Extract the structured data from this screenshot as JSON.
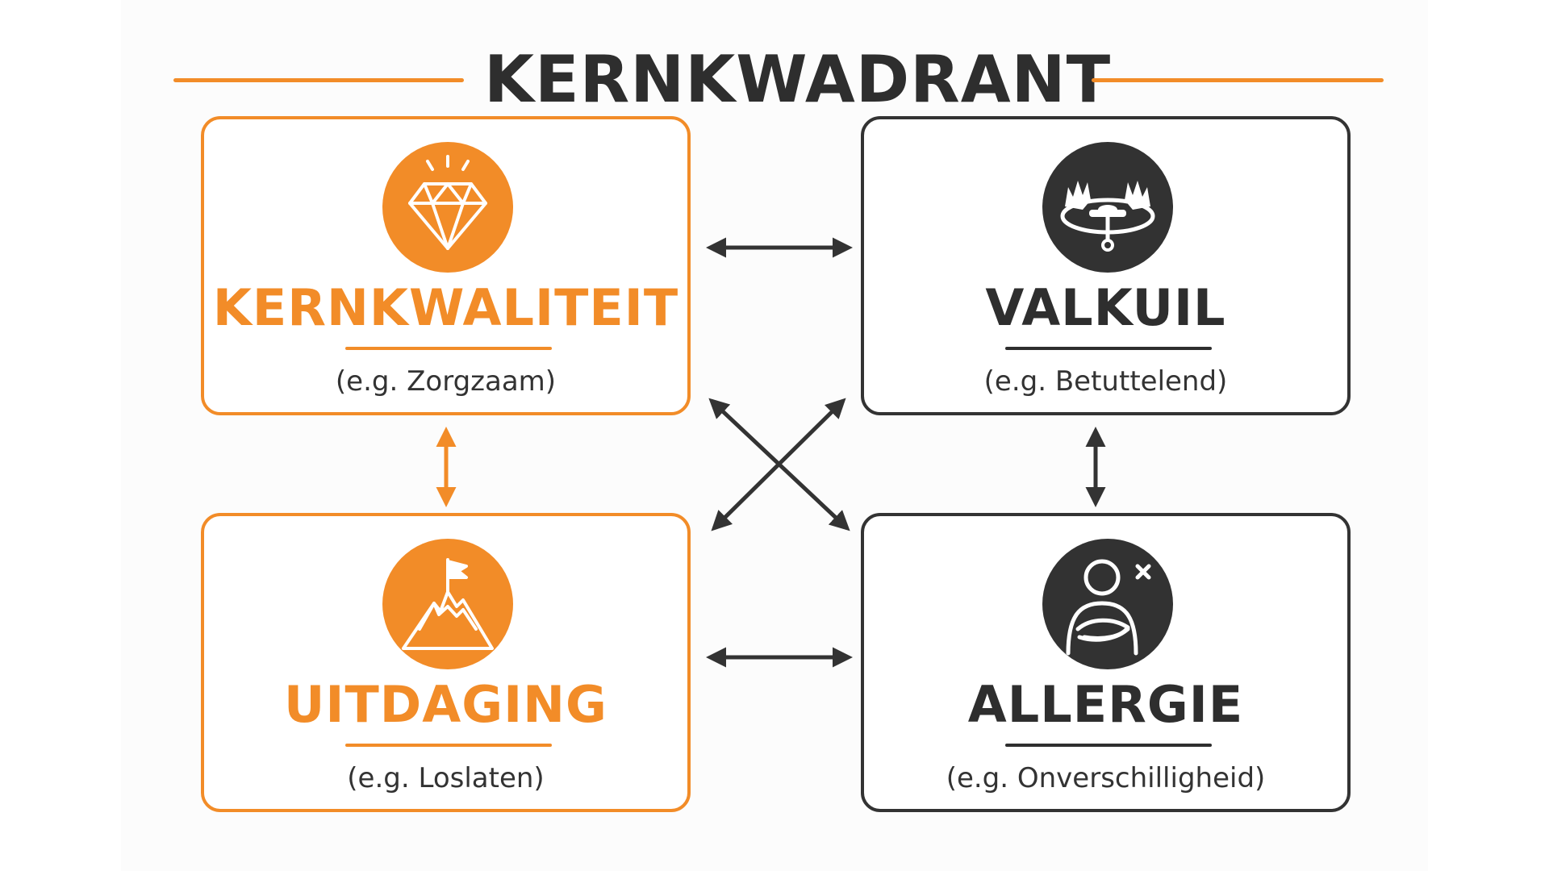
{
  "title": "KERNKWADRANT",
  "colors": {
    "accent": "#f28c28",
    "dark": "#323232",
    "text": "#2e2e2e"
  },
  "quadrants": [
    {
      "label": "KERNKWALITEIT",
      "example": "(e.g. Zorgzaam)",
      "icon": "diamond-icon",
      "style": "orange"
    },
    {
      "label": "VALKUIL",
      "example": "(e.g. Betuttelend)",
      "icon": "bear-trap-icon",
      "style": "dark"
    },
    {
      "label": "UITDAGING",
      "example": "(e.g. Loslaten)",
      "icon": "mountain-flag-icon",
      "style": "orange"
    },
    {
      "label": "ALLERGIE",
      "example": "(e.g. Onverschilligheid)",
      "icon": "crossed-arms-person-icon",
      "style": "dark"
    }
  ]
}
